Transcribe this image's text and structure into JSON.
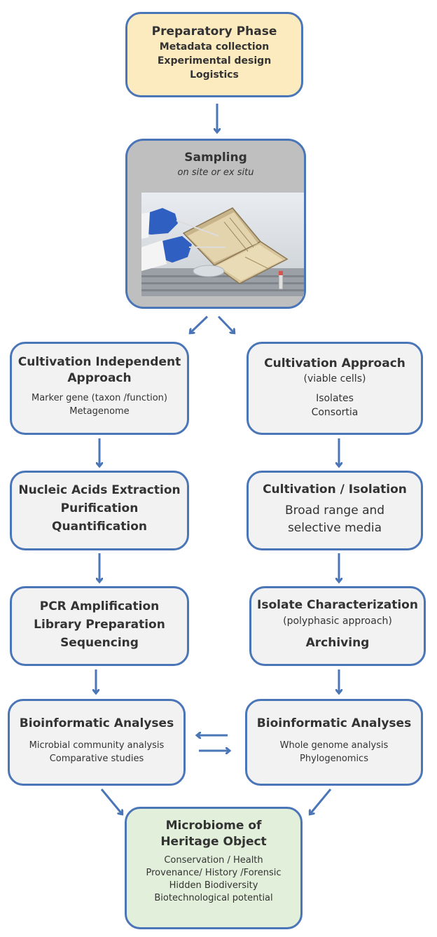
{
  "prep": {
    "title": "Preparatory Phase",
    "l1": "Metadata collection",
    "l2": "Experimental design",
    "l3": "Logistics"
  },
  "sampling": {
    "title": "Sampling",
    "subtitle": "on site or ex situ",
    "photo_icon": "lab-sampling-photo"
  },
  "ci": {
    "title1": "Cultivation Independent",
    "title2": "Approach",
    "l1": "Marker gene (taxon /function)",
    "l2": "Metagenome"
  },
  "ca": {
    "title": "Cultivation Approach",
    "sub": "(viable cells)",
    "l1": "Isolates",
    "l2": "Consortia"
  },
  "nae": {
    "l1": "Nucleic Acids Extraction",
    "l2": "Purification",
    "l3": "Quantification"
  },
  "ci_iso": {
    "title": "Cultivation / Isolation",
    "l1": "Broad range and",
    "l2": "selective media"
  },
  "pcr": {
    "l1": "PCR Amplification",
    "l2": "Library Preparation",
    "l3": "Sequencing"
  },
  "ic": {
    "title": "Isolate Characterization",
    "sub": "(polyphasic approach)",
    "l2": "Archiving"
  },
  "bioL": {
    "title": "Bioinformatic Analyses",
    "l1": "Microbial community analysis",
    "l2": "Comparative studies"
  },
  "bioR": {
    "title": "Bioinformatic Analyses",
    "l1": "Whole genome  analysis",
    "l2": "Phylogenomics"
  },
  "micro": {
    "title1": "Microbiome of",
    "title2": "Heritage Object",
    "l1": "Conservation / Health",
    "l2": "Provenance/ History /Forensic",
    "l3": "Hidden Biodiversity",
    "l4": "Biotechnological potential"
  },
  "colors": {
    "border": "#4a76b8",
    "arrow": "#4a76b8",
    "prep_fill": "#fdebc0",
    "sampling_fill": "#bfbfbf",
    "step_fill": "#f2f2f2",
    "micro_fill": "#e2efda"
  }
}
